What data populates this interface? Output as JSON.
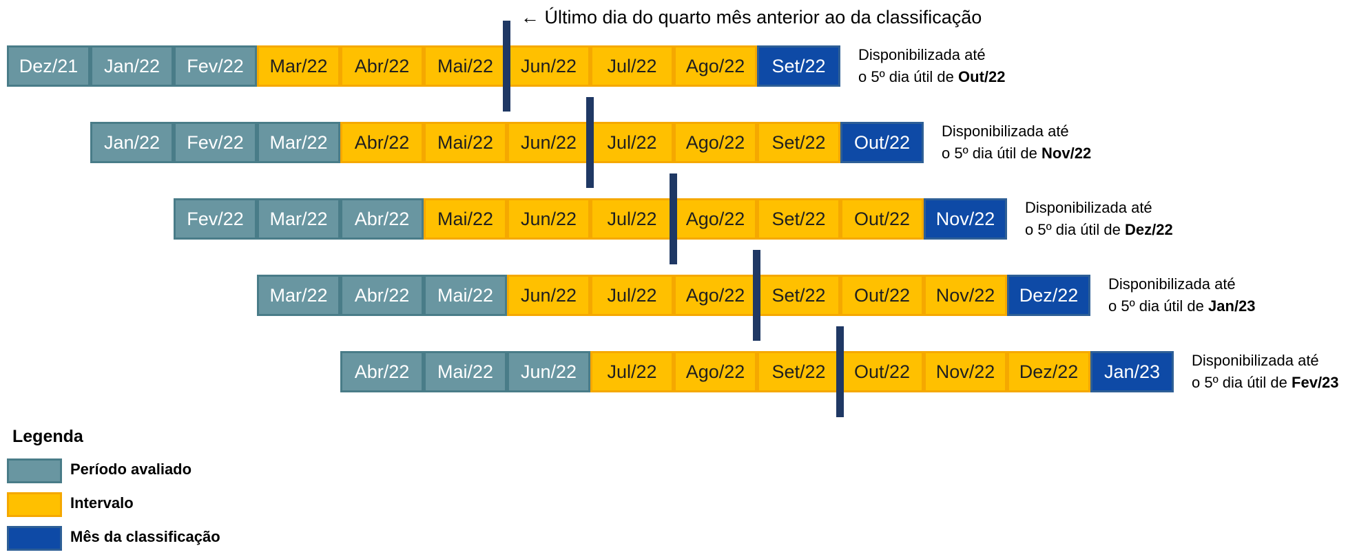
{
  "annotation": "← Último dia do quarto mês anterior ao da classificação",
  "colors": {
    "evaluated": "#6996a1",
    "interval": "#ffc000",
    "classification": "#0e4aa6",
    "marker": "#1f3864"
  },
  "rows": [
    {
      "months": [
        "Dez/21",
        "Jan/22",
        "Fev/22",
        "Mar/22",
        "Abr/22",
        "Mai/22",
        "Jun/22",
        "Jul/22",
        "Ago/22",
        "Set/22"
      ],
      "note_line1": "Disponibilizada até",
      "note_prefix": "o 5º dia útil de ",
      "note_month": "Out/22"
    },
    {
      "months": [
        "Jan/22",
        "Fev/22",
        "Mar/22",
        "Abr/22",
        "Mai/22",
        "Jun/22",
        "Jul/22",
        "Ago/22",
        "Set/22",
        "Out/22"
      ],
      "note_line1": "Disponibilizada até",
      "note_prefix": "o 5º dia útil de ",
      "note_month": "Nov/22"
    },
    {
      "months": [
        "Fev/22",
        "Mar/22",
        "Abr/22",
        "Mai/22",
        "Jun/22",
        "Jul/22",
        "Ago/22",
        "Set/22",
        "Out/22",
        "Nov/22"
      ],
      "note_line1": "Disponibilizada até",
      "note_prefix": "o 5º dia útil de ",
      "note_month": "Dez/22"
    },
    {
      "months": [
        "Mar/22",
        "Abr/22",
        "Mai/22",
        "Jun/22",
        "Jul/22",
        "Ago/22",
        "Set/22",
        "Out/22",
        "Nov/22",
        "Dez/22"
      ],
      "note_line1": "Disponibilizada até",
      "note_prefix": "o 5º dia útil de ",
      "note_month": "Jan/23"
    },
    {
      "months": [
        "Abr/22",
        "Mai/22",
        "Jun/22",
        "Jul/22",
        "Ago/22",
        "Set/22",
        "Out/22",
        "Nov/22",
        "Dez/22",
        "Jan/23"
      ],
      "note_line1": "Disponibilizada até",
      "note_prefix": "o 5º dia útil de ",
      "note_month": "Fev/23"
    }
  ],
  "legend": {
    "title": "Legenda",
    "items": [
      {
        "label": "Período avaliado",
        "kind": "evaluated"
      },
      {
        "label": "Intervalo",
        "kind": "interval"
      },
      {
        "label": "Mês da classificação",
        "kind": "classify"
      }
    ]
  }
}
